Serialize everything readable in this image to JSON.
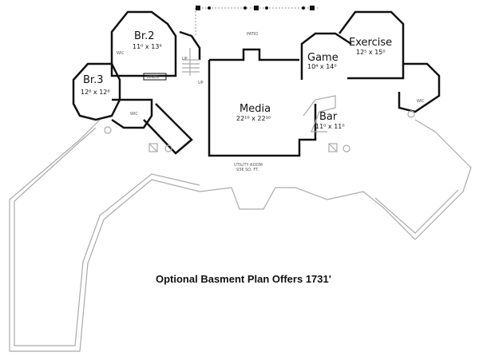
{
  "rooms": {
    "br2": {
      "name": "Br.2",
      "size": "11⁰ x 13⁹"
    },
    "br3": {
      "name": "Br.3",
      "size": "12⁶ x 12⁶"
    },
    "wic1": "WIC",
    "wic2": "WIC",
    "linen": "LINEN",
    "up1": "UP",
    "up2": "UP",
    "patio": "PATIO",
    "media": {
      "name": "Media",
      "size": "22¹⁰ x 22¹⁰"
    },
    "game": {
      "name": "Game",
      "size": "10⁴ x 14⁰"
    },
    "exercise": {
      "name": "Exercise",
      "size": "12⁵ x 15⁰"
    },
    "bar": {
      "name": "Bar",
      "size": "11⁰ x 11⁰"
    },
    "wic3": "WIC",
    "utility": {
      "line1": "UTILITY ROOM",
      "line2": "936 SQ. FT."
    }
  },
  "caption": "Optional Basment Plan Offers 1731'"
}
